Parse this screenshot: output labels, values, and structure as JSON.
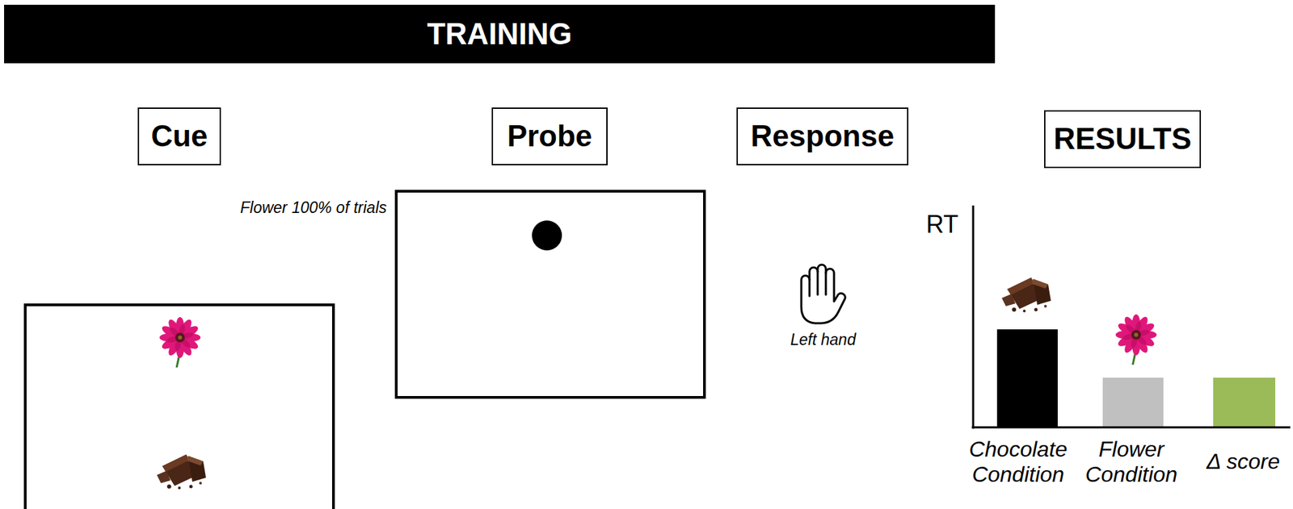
{
  "diagram": {
    "nodes": [
      {
        "text": [
          "TRAINING"
        ]
      },
      {
        "text": [
          "Cue"
        ]
      },
      {
        "text": [
          "Probe"
        ]
      },
      {
        "text": [
          "Response"
        ]
      },
      {
        "text": [
          "RESULTS"
        ]
      }
    ],
    "edges": [],
    "labels": [
      "Flower 100% of trials",
      "Left hand",
      "RT",
      "Chocolate Condition",
      "Flower Condition",
      "Δ score"
    ]
  }
}
